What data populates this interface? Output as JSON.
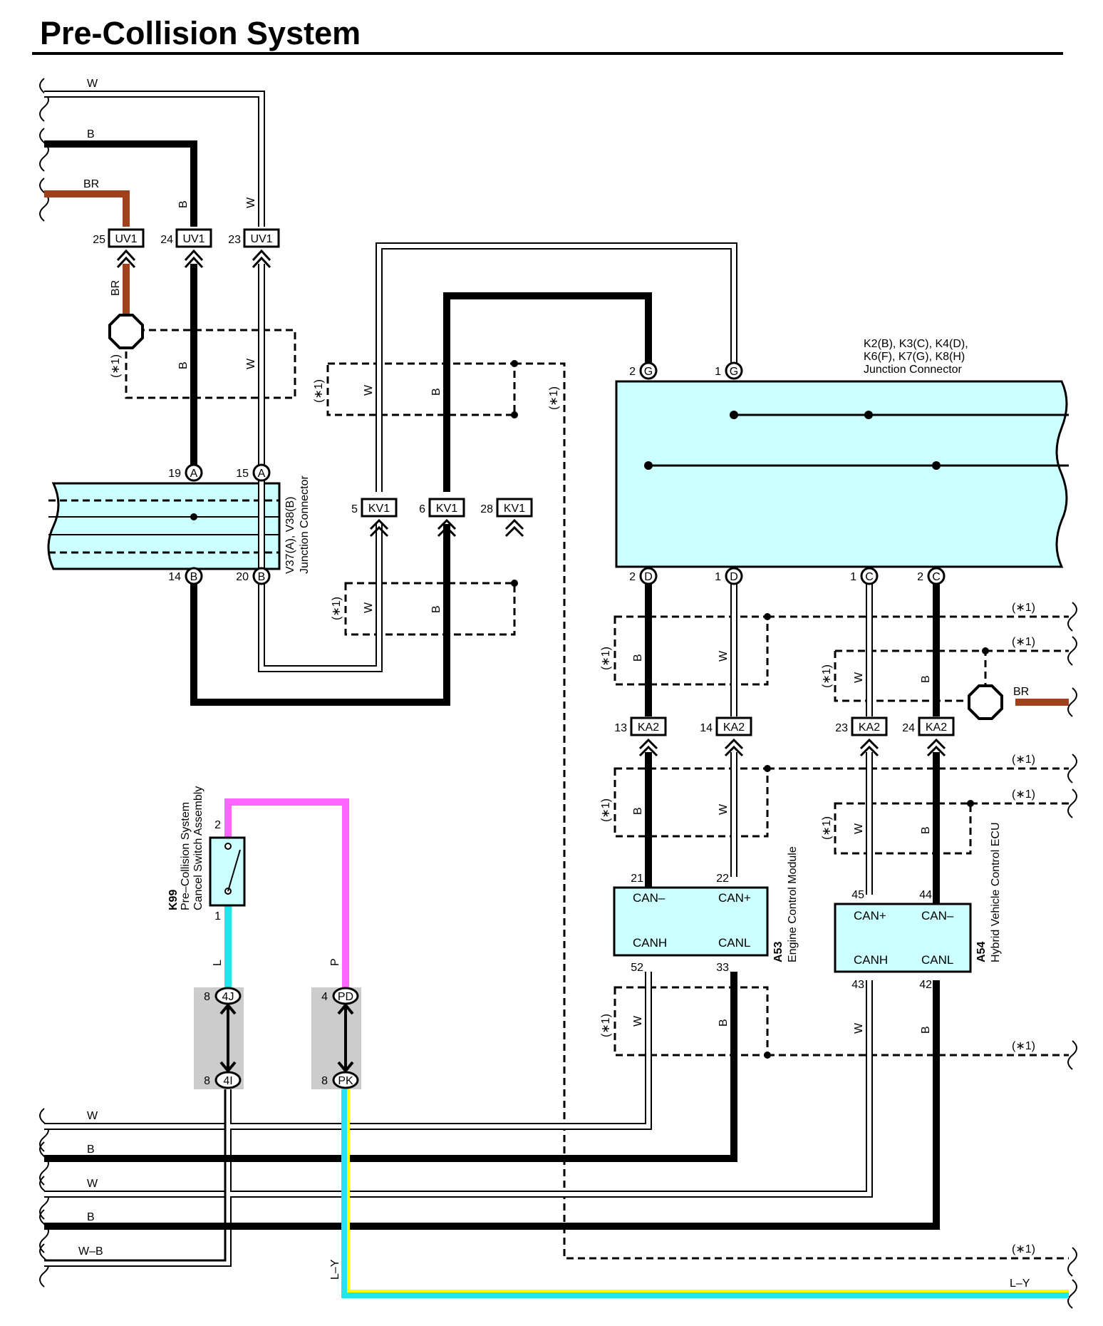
{
  "title": "Pre-Collision System",
  "colors": {
    "white_wire": "#ffffff",
    "black_wire": "#000000",
    "brown_wire": "#a0401c",
    "pink_wire": "#ff66ff",
    "blue_wire": "#22e6ee",
    "yellow_wire": "#ffff00",
    "junction_fill": "#ccffff",
    "connector_shade": "#cccccc"
  },
  "wire_labels": {
    "w_top": "W",
    "b_top": "B",
    "br_top": "BR",
    "b_uv24": "B",
    "w_uv23": "W",
    "br_vert": "BR",
    "b_dash1": "B",
    "w_dash1": "W",
    "w_kv_top": "W",
    "b_kv_top": "B",
    "w_kv_bot": "W",
    "b_kv_bot": "B",
    "b_ka13": "B",
    "w_ka14": "W",
    "w_ka23": "W",
    "b_ka24": "B",
    "br_right": "BR",
    "b_ka13_low": "B",
    "w_ka14_low": "W",
    "w_ka23_low": "W",
    "b_ka24_low": "B",
    "w_ecm_low": "W",
    "b_ecm_low": "B",
    "w_hv_low": "W",
    "b_hv_low": "B",
    "l_switch": "L",
    "p_switch": "P",
    "w_bot1": "W",
    "b_bot1": "B",
    "w_bot2": "W",
    "b_bot2": "B",
    "wb_bot": "W–B",
    "ly_vert": "L–Y",
    "ly_right": "L–Y"
  },
  "star1": "(∗1)",
  "connectors": {
    "uv1": "UV1",
    "kv1": "KV1",
    "ka2": "KA2"
  },
  "pins": {
    "uv25": "25",
    "uv24": "24",
    "uv23": "23",
    "v19": "19",
    "v15": "15",
    "v14": "14",
    "v20": "20",
    "kv5": "5",
    "kv6": "6",
    "kv28": "28",
    "k2g": "2",
    "k1g": "1",
    "k2d": "2",
    "k1d": "1",
    "k1c": "1",
    "k2c": "2",
    "ka13": "13",
    "ka14": "14",
    "ka23": "23",
    "ka24": "24",
    "ecm21": "21",
    "ecm22": "22",
    "ecm52": "52",
    "ecm33": "33",
    "hv45": "45",
    "hv44": "44",
    "hv43": "43",
    "hv42": "42",
    "sw2": "2",
    "sw1": "1",
    "c4j": "8",
    "c4i": "8",
    "cpd": "4",
    "cpk": "8"
  },
  "terminal_letters": {
    "a": "A",
    "b": "B",
    "g": "G",
    "d": "D",
    "c": "C",
    "c4j": "4J",
    "c4i": "4I",
    "cpd": "PD",
    "cpk": "PK"
  },
  "components": {
    "junction_k": {
      "line1": "K2(B), K3(C), K4(D),",
      "line2": "K6(F), K7(G), K8(H)",
      "line3": "Junction Connector"
    },
    "junction_v": {
      "line1": "V37(A), V38(B)",
      "line2": "Junction Connector"
    },
    "ecm": {
      "code": "A53",
      "name": "Engine Control Module",
      "can_minus": "CAN–",
      "can_plus": "CAN+",
      "canh": "CANH",
      "canl": "CANL"
    },
    "hv_ecu": {
      "code": "A54",
      "name": "Hybrid Vehicle Control ECU",
      "can_plus": "CAN+",
      "can_minus": "CAN–",
      "canh": "CANH",
      "canl": "CANL"
    },
    "switch": {
      "code": "K99",
      "line1": "Pre–Collision System",
      "line2": "Cancel Switch Assembly"
    }
  }
}
